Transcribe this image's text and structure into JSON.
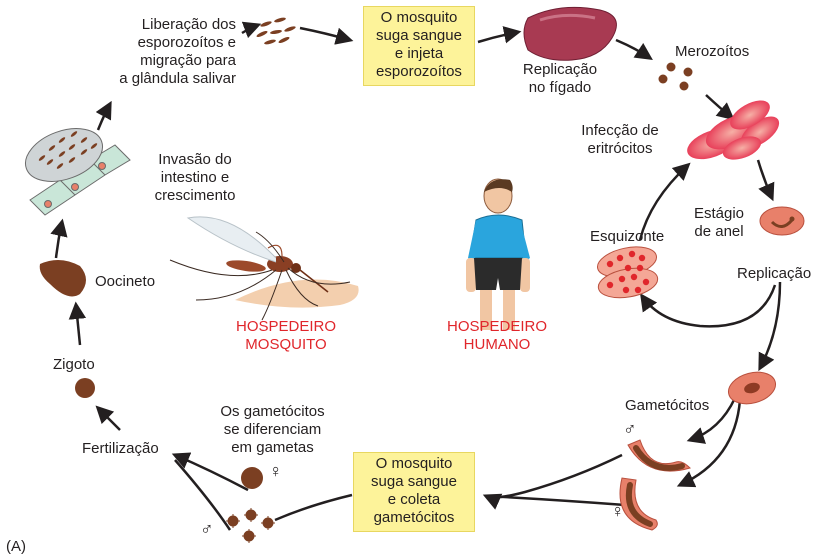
{
  "boxes": {
    "top": "O mosquito\nsuga sangue\ne injeta\nesporozoítos",
    "bottom": "O mosquito\nsuga sangue\ne coleta\ngametócitos"
  },
  "labels": {
    "liberacao": "Liberação dos\nesporozoítos e\nmigração para\na glândula salivar",
    "replicacao_figado": "Replicação\nno fígado",
    "merozoitos": "Merozoítos",
    "infeccao": "Infecção de\neritrócitos",
    "estagio_anel": "Estágio\nde anel",
    "esquizonte": "Esquizonte",
    "replicacao": "Replicação",
    "gametocitos": "Gametócitos",
    "gametocitos_diferenciam": "Os gametócitos\nse diferenciam\nem gametas",
    "fertilizacao": "Fertilização",
    "zigoto": "Zigoto",
    "oocineto": "Oocineto",
    "invasao": "Invasão do\nintestino e\ncrescimento",
    "hospedeiro_mosquito": "HOSPEDEIRO\nMOSQUITO",
    "hospedeiro_humano": "HOSPEDEIRO\nHUMANO",
    "male_symbol": "♂",
    "female_symbol": "♀",
    "panel": "(A)"
  },
  "colors": {
    "highlight_box": "#fdf39a",
    "host_label": "#e0262b",
    "parasite_brown": "#7b3f22",
    "erythrocyte": "#e8806a",
    "arrow": "#231f20"
  }
}
